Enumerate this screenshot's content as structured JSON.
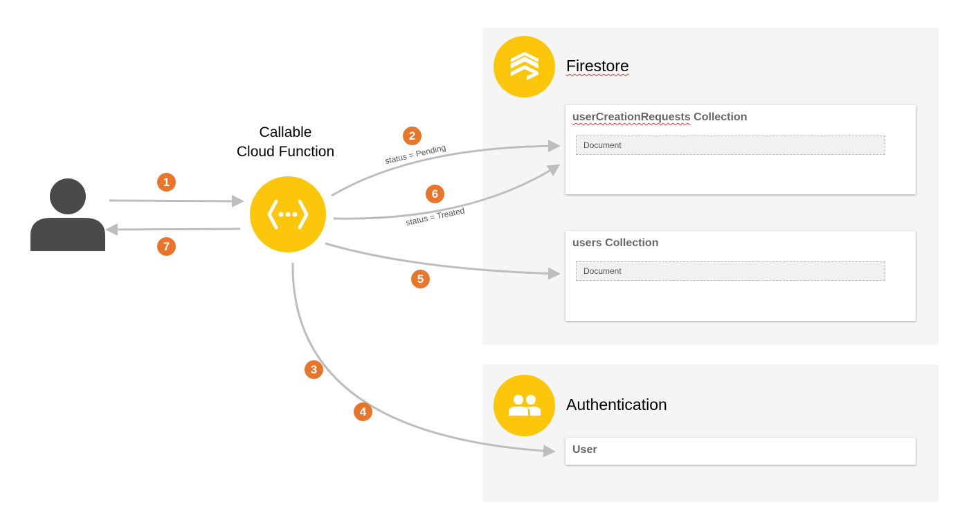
{
  "function": {
    "label_line1": "Callable",
    "label_line2": "Cloud Function"
  },
  "firestore": {
    "title": "Firestore",
    "collections": [
      {
        "name_main": "userCreationRequests",
        "name_suffix": " Collection",
        "document": "Document"
      },
      {
        "name": "users Collection",
        "document": "Document"
      }
    ]
  },
  "authentication": {
    "title": "Authentication",
    "item": "User"
  },
  "edge_labels": {
    "pending": "status = Pending",
    "treated": "status = Treated"
  },
  "steps": [
    "1",
    "2",
    "3",
    "4",
    "5",
    "6",
    "7"
  ],
  "colors": {
    "accent_yellow": "#fcc60a",
    "step_orange": "#e8752a",
    "arrow_gray": "#bdbdbd",
    "panel_gray": "#f5f5f5",
    "person_dark": "#4a4a4a"
  },
  "icons": {
    "user": "person-icon",
    "function": "cloud-function-icon",
    "firestore": "firestore-icon",
    "auth": "people-icon"
  }
}
